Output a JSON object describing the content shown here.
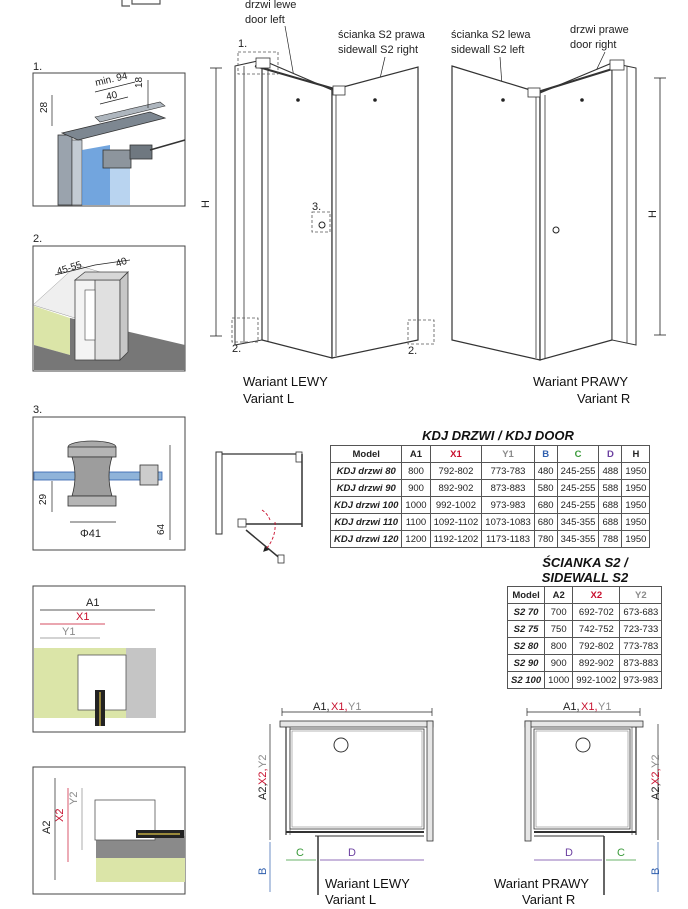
{
  "details": {
    "d1": {
      "num": "1.",
      "min94": "min. 94",
      "d40": "40",
      "d18": "18",
      "d28": "28"
    },
    "d2": {
      "num": "2.",
      "d4555": "45-55",
      "d40": "40"
    },
    "d3": {
      "num": "3.",
      "d29": "29",
      "d64": "64",
      "phi41": "Φ41"
    },
    "x1": {
      "a1": "A1",
      "x1": "X1",
      "y1": "Y1"
    },
    "x2": {
      "a2": "A2",
      "x2": "X2",
      "y2": "Y2"
    }
  },
  "elevation": {
    "door_left_label": [
      "drzwi lewe",
      "door left"
    ],
    "sidewall_right_label": [
      "ścianka S2 prawa",
      "sidewall S2 right"
    ],
    "sidewall_left_label": [
      "ścianka S2 lewa",
      "sidewall S2 left"
    ],
    "door_right_label": [
      "drzwi prawe",
      "door right"
    ],
    "h": "H",
    "marker1": "1.",
    "marker2": "2.",
    "marker3": "3.",
    "variant_left": [
      "Wariant LEWY",
      "Variant L"
    ],
    "variant_right": [
      "Wariant PRAWY",
      "Variant R"
    ]
  },
  "door_table": {
    "title": "KDJ DRZWI / KDJ DOOR",
    "headers": [
      "Model",
      "A1",
      "X1",
      "Y1",
      "B",
      "C",
      "D",
      "H"
    ],
    "rows": [
      [
        "KDJ drzwi 80",
        "800",
        "792-802",
        "773-783",
        "480",
        "245-255",
        "488",
        "1950"
      ],
      [
        "KDJ drzwi 90",
        "900",
        "892-902",
        "873-883",
        "580",
        "245-255",
        "588",
        "1950"
      ],
      [
        "KDJ drzwi 100",
        "1000",
        "992-1002",
        "973-983",
        "680",
        "245-255",
        "688",
        "1950"
      ],
      [
        "KDJ drzwi 110",
        "1100",
        "1092-1102",
        "1073-1083",
        "680",
        "345-355",
        "688",
        "1950"
      ],
      [
        "KDJ drzwi 120",
        "1200",
        "1192-1202",
        "1173-1183",
        "780",
        "345-355",
        "788",
        "1950"
      ]
    ]
  },
  "sidewall_table": {
    "title_line1": "ŚCIANKA S2 /",
    "title_line2": "SIDEWALL S2",
    "headers": [
      "Model",
      "A2",
      "X2",
      "Y2"
    ],
    "rows": [
      [
        "S2 70",
        "700",
        "692-702",
        "673-683"
      ],
      [
        "S2 75",
        "750",
        "742-752",
        "723-733"
      ],
      [
        "S2 80",
        "800",
        "792-802",
        "773-783"
      ],
      [
        "S2 90",
        "900",
        "892-902",
        "873-883"
      ],
      [
        "S2 100",
        "1000",
        "992-1002",
        "973-983"
      ]
    ]
  },
  "plan": {
    "top_a": "A1,",
    "top_x": "X1,",
    "top_y": "Y1",
    "side_a": "A2,",
    "side_x": "X2,",
    "side_y": "Y2",
    "c": "C",
    "d": "D",
    "b": "B",
    "variant_left": [
      "Wariant LEWY",
      "Variant L"
    ],
    "variant_right": [
      "Wariant PRAWY",
      "Variant R"
    ]
  }
}
